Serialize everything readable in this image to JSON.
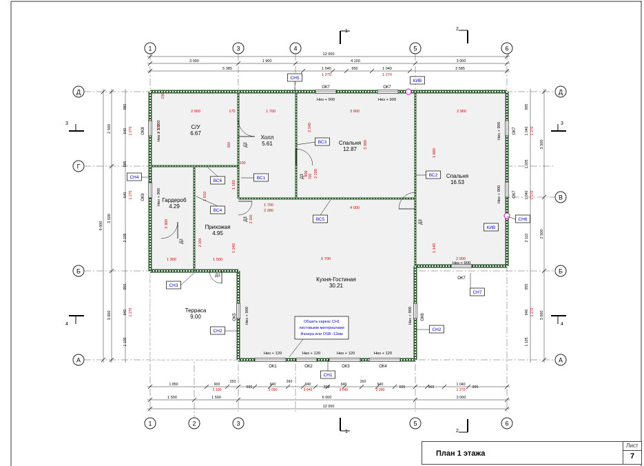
{
  "sheet": {
    "title": "План 1 этажа",
    "sheet_label": "Лист",
    "sheet_number": "7"
  },
  "colors": {
    "line": "#222222",
    "dim": "#cc0000",
    "tag_text": "#0000cc",
    "wall": "#2f5a2f",
    "room_fill": "#f1f1f1"
  },
  "axes_top": [
    {
      "label": "1",
      "icon": "axis-bubble-icon"
    },
    {
      "label": "3",
      "icon": "axis-bubble-icon"
    },
    {
      "label": "4",
      "icon": "axis-bubble-icon"
    },
    {
      "label": "5",
      "icon": "axis-bubble-icon"
    },
    {
      "label": "6",
      "icon": "axis-bubble-icon"
    }
  ],
  "axes_bottom": [
    "1",
    "2",
    "3",
    "5",
    "6"
  ],
  "axes_rows": [
    "Д",
    "Г",
    "Б",
    "А"
  ],
  "axes_rows_right": [
    "Д",
    "В",
    "Б",
    "А"
  ],
  "sections": [
    "1",
    "2",
    "3",
    "4"
  ],
  "dims_top": {
    "overall": "12 000",
    "row1": [
      "3 000",
      "1 900",
      "4 100",
      "3 000"
    ],
    "row2": [
      "5 385",
      "1 040",
      "1 270",
      "950",
      "1 040",
      "1 270",
      "3 585"
    ]
  },
  "dims_bottom": {
    "overall": "12 000",
    "row_axes": [
      "1 500",
      "1 500",
      "6 000",
      "3 000"
    ],
    "row_openings": [
      "1 850",
      "900",
      "2 100",
      "250",
      "695",
      "940",
      "3 090",
      "260",
      "940",
      "3 645",
      "330",
      "940",
      "3 645",
      "260",
      "940",
      "3 090",
      "695",
      "965",
      "1 040",
      "1 270",
      "995"
    ]
  },
  "dims_left": {
    "overall": "9 000",
    "row_axes": [
      "2 500",
      "3 500",
      "3 000"
    ],
    "row_detail": [
      "980",
      "640",
      "1 070",
      "585",
      "640",
      "1 270",
      "2 235",
      "955",
      "940",
      "1 270",
      "1 105"
    ]
  },
  "dims_right": {
    "row_axes": [
      "3 500",
      "2 500",
      "3 000"
    ],
    "row_detail": [
      "995",
      "1 040",
      "1 270",
      "1 005",
      "1 040",
      "1 270",
      "2 110",
      "955",
      "940",
      "1 270",
      "1 105"
    ]
  },
  "rooms": [
    {
      "name": "С/У",
      "area": "6.67"
    },
    {
      "name": "Холл",
      "area": "5.61"
    },
    {
      "name": "Спальня",
      "area": "12.87"
    },
    {
      "name": "Спальня",
      "area": "16.53"
    },
    {
      "name": "Гардероб",
      "area": "4.29"
    },
    {
      "name": "Прихожая",
      "area": "4.95"
    },
    {
      "name": "Кухня-Гостиная",
      "area": "30.21"
    },
    {
      "name": "Терраса",
      "area": "9.00"
    }
  ],
  "inner_dims": [
    "2 900",
    "170",
    "1 700",
    "3 900",
    "2 900",
    "1 700",
    "2 280",
    "4 000",
    "1 300",
    "1 500",
    "5 700",
    "2 900",
    "2 300",
    "3 300",
    "3 300",
    "1 160",
    "1 240",
    "1 910",
    "2 140",
    "1 660",
    "1 140",
    "900",
    "2 100",
    "150",
    "100"
  ],
  "tags": {
    "walls": [
      "СН5",
      "СН4",
      "СН3",
      "СН2",
      "СН2",
      "СН1",
      "СН6",
      "СН7"
    ],
    "partitions": [
      "ВС6",
      "ВС1",
      "ВС3",
      "ВС2",
      "ВС4",
      "ВС5"
    ],
    "kiv": [
      "КИВ",
      "КИВ"
    ],
    "windows": [
      "ОК7",
      "ОК7",
      "ОК8",
      "ОК9",
      "ОК7",
      "ОК7",
      "ОК7",
      "ОК5",
      "ОК6",
      "ОК1",
      "ОК2",
      "ОК3",
      "ОК4"
    ],
    "sills": [
      "Низ + 900",
      "Низ + 900",
      "Низ + 1 100",
      "Низ + 900",
      "Низ + 900",
      "Низ + 900",
      "Низ + 900",
      "Низ + 900",
      "Низ + 900",
      "Низ + 120",
      "Низ + 120",
      "Низ + 120",
      "Низ + 120"
    ],
    "doors": [
      "Д2",
      "Д2",
      "Д3",
      "Д3",
      "Д3",
      "Д1"
    ],
    "door_sizes": [
      "900",
      "2 100",
      "700",
      "2 100"
    ]
  },
  "note": {
    "lines": [
      "Обшить каркас СН1",
      "листовыми материалами",
      "Фанера или OSB -12мм"
    ]
  }
}
